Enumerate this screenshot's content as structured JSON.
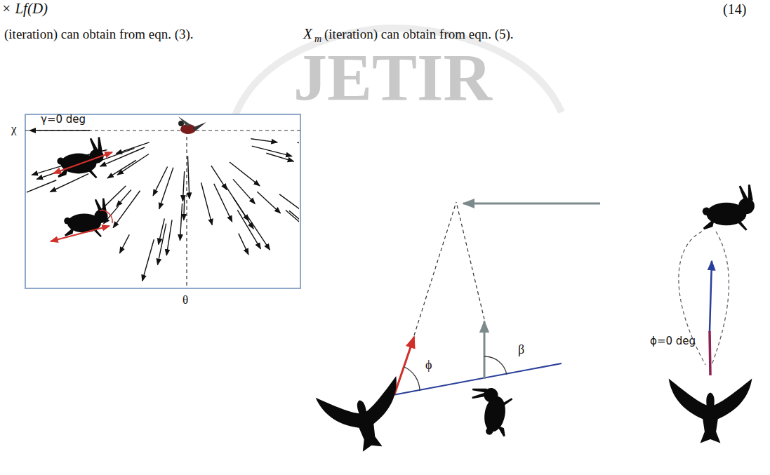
{
  "diagram": {
    "labels": [
      "× Lf(D)",
      "(14)",
      "(iteration) can obtain from eqn. (3).",
      "X",
      "m",
      "(iteration) can obtain from eqn. (5).",
      "JETIR",
      "χ",
      "γ=0 deg",
      "θ",
      "ϕ",
      "β",
      "ϕ=0 deg"
    ]
  }
}
